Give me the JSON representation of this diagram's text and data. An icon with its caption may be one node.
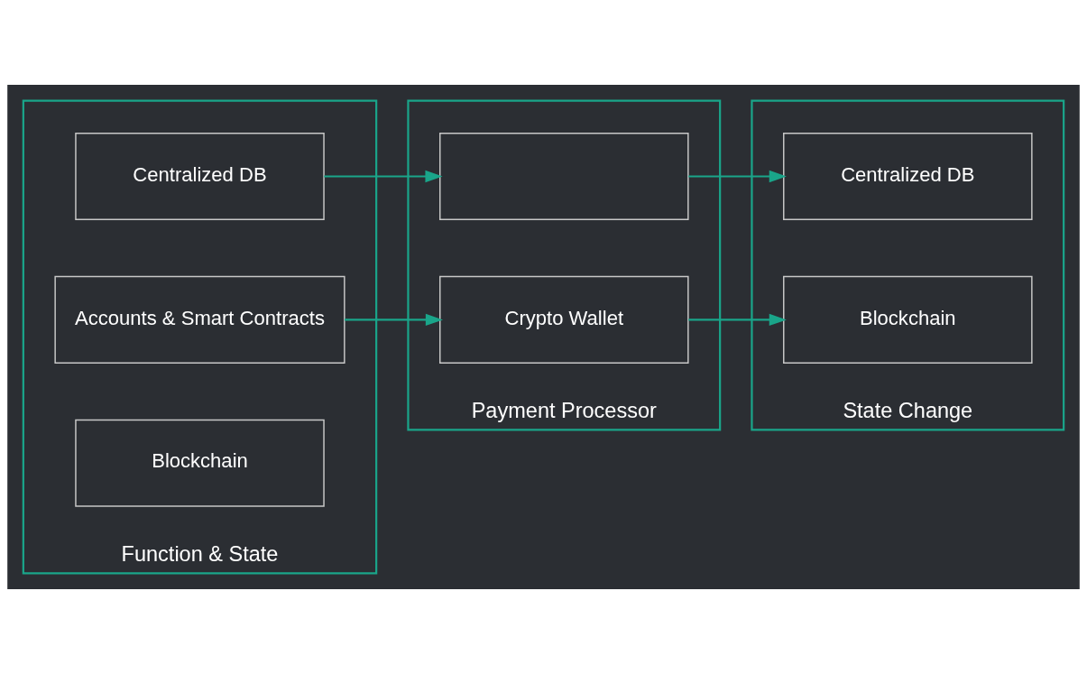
{
  "diagram": {
    "nodes": [
      {
        "text": [
          "Function & State"
        ]
      },
      {
        "text": [
          "Centralized DB"
        ],
        "in": 0
      },
      {
        "text": [
          "Accounts & Smart Contracts"
        ],
        "in": 0
      },
      {
        "text": [
          "Blockchain"
        ],
        "in": 0
      },
      {
        "text": [
          "Payment Processor"
        ]
      },
      {
        "text": [],
        "shape": "box",
        "in": 4
      },
      {
        "text": [
          "Crypto Wallet"
        ],
        "in": 4
      },
      {
        "text": [
          "State Change"
        ]
      },
      {
        "text": [
          "Centralized DB"
        ],
        "in": 7
      },
      {
        "text": [
          "Blockchain"
        ],
        "in": 7
      }
    ],
    "edges": [
      {
        "from": 1,
        "to": 5,
        "arrow": "to"
      },
      {
        "from": 5,
        "to": 8,
        "arrow": "to"
      },
      {
        "from": 2,
        "to": 6,
        "arrow": "to"
      },
      {
        "from": 6,
        "to": 9,
        "arrow": "to"
      }
    ]
  }
}
